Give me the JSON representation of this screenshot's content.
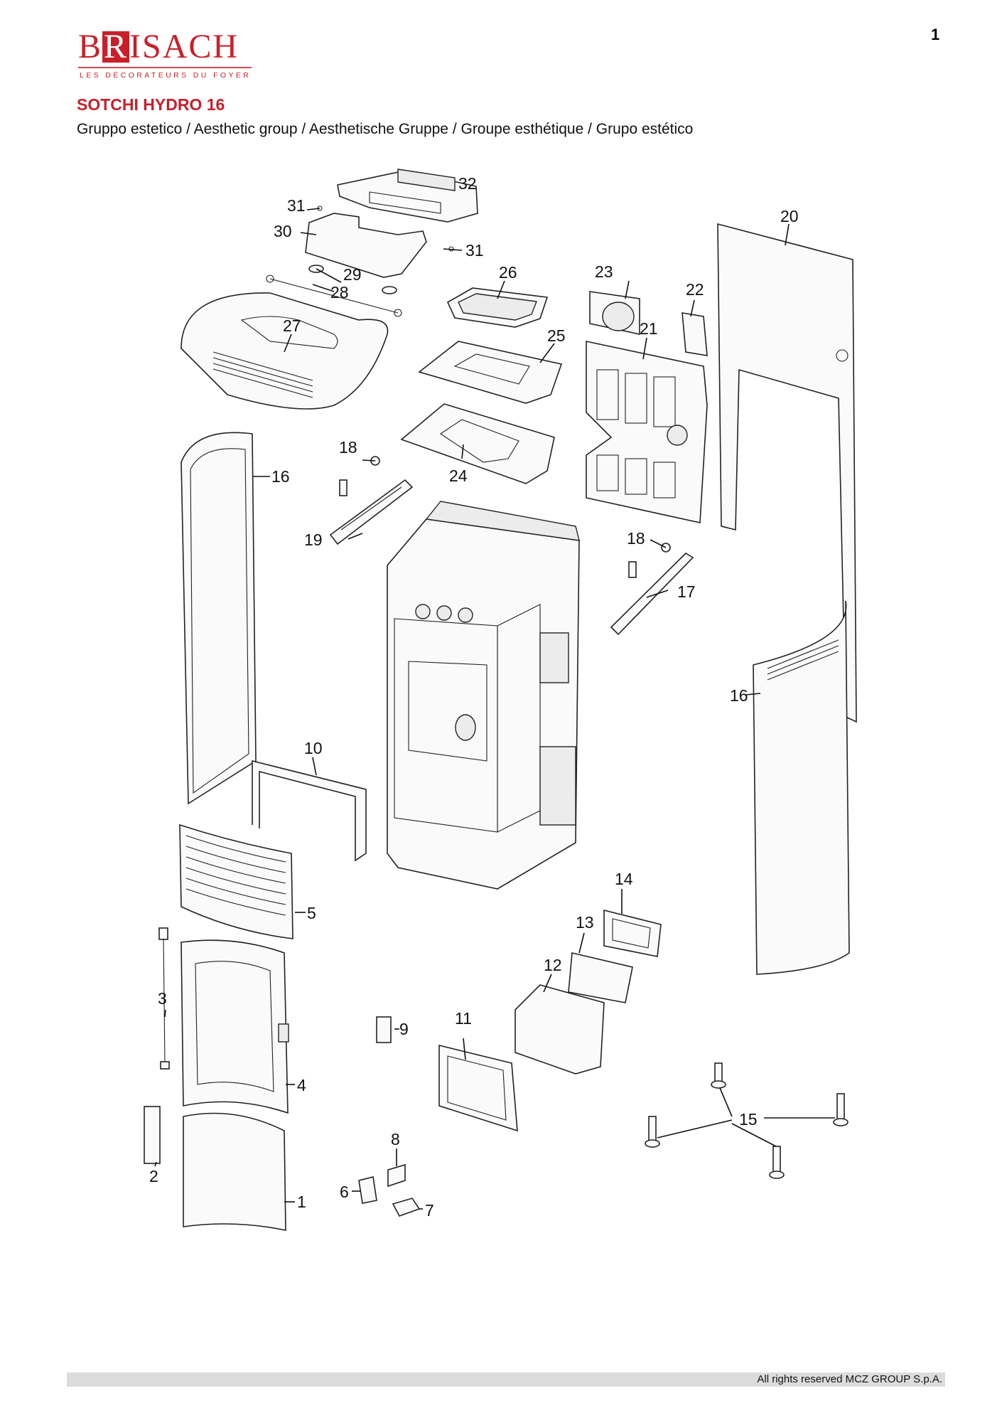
{
  "page": {
    "number": "1"
  },
  "brand": {
    "name": "BRISACH",
    "boxed_letter": "R",
    "tagline": "LES DÉCORATEURS DU FOYER",
    "color": "#c8202a"
  },
  "document": {
    "model": "SOTCHI HYDRO 16",
    "subtitle": "Gruppo estetico / Aesthetic group / Aesthetische Gruppe / Groupe esthétique / Grupo estético"
  },
  "callouts": [
    "1",
    "2",
    "3",
    "4",
    "5",
    "6",
    "7",
    "8",
    "9",
    "10",
    "11",
    "12",
    "13",
    "14",
    "15",
    "16",
    "16",
    "17",
    "18",
    "18",
    "19",
    "20",
    "21",
    "22",
    "23",
    "24",
    "25",
    "26",
    "27",
    "28",
    "29",
    "30",
    "31",
    "31",
    "32"
  ],
  "footer": {
    "copyright": "All rights reserved MCZ GROUP S.p.A."
  }
}
